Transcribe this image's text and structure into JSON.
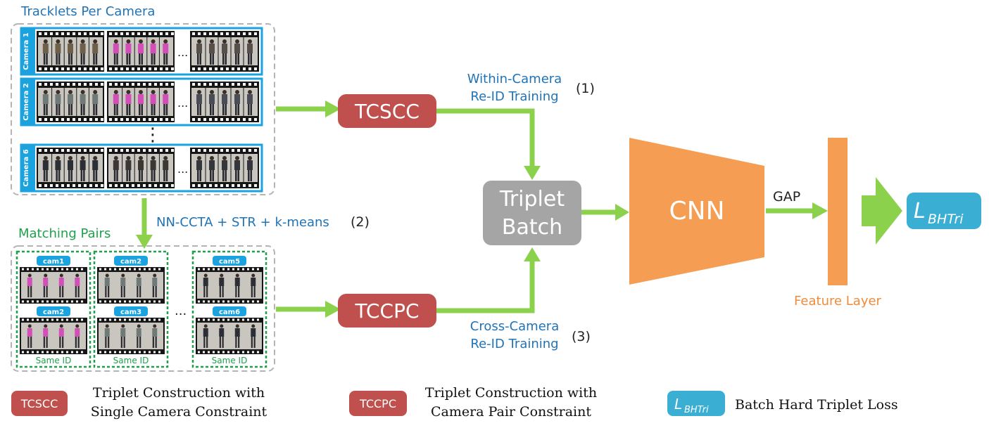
{
  "tracklets": {
    "title": "Tracklets Per Camera",
    "cameras": [
      {
        "label": "Camera 1",
        "palette": [
          "#6d5f4a",
          "#d24fb8",
          "#57504a"
        ]
      },
      {
        "label": "Camera 2",
        "palette": [
          "#6f7a78",
          "#d24fb8",
          "#4a4d55"
        ]
      },
      {
        "label": "Camera 6",
        "palette": [
          "#2c2e36",
          "#3a3830",
          "#34363c"
        ]
      }
    ],
    "ellipsis_h": "...",
    "ellipsis_v": "⋮"
  },
  "matching": {
    "title": "Matching Pairs",
    "pairs": [
      {
        "top": "cam1",
        "bottom": "cam2",
        "id_label": "Same ID",
        "top_color": "#d24fb8",
        "bottom_color": "#d24fb8"
      },
      {
        "top": "cam2",
        "bottom": "cam3",
        "id_label": "Same ID",
        "top_color": "#6f7a78",
        "bottom_color": "#6f7a78"
      },
      {
        "top": "cam5",
        "bottom": "cam6",
        "id_label": "Same ID",
        "top_color": "#2c2e36",
        "bottom_color": "#2c2e36"
      }
    ],
    "ellipsis": "..."
  },
  "method": {
    "label": "NN-CCTA + STR + k-means",
    "step": "(2)"
  },
  "tcscc": {
    "label": "TCSCC",
    "caption_line1": "Within-Camera",
    "caption_line2": "Re-ID Training",
    "step": "(1)"
  },
  "tccpc": {
    "label": "TCCPC",
    "caption_line1": "Cross-Camera",
    "caption_line2": "Re-ID Training",
    "step": "(3)"
  },
  "triplet": {
    "line1": "Triplet",
    "line2": "Batch"
  },
  "cnn": {
    "label": "CNN"
  },
  "gap": {
    "label": "GAP"
  },
  "feature_layer": {
    "label": "Feature Layer"
  },
  "loss": {
    "symbol": "L",
    "subscript": "BHTri"
  },
  "legend": {
    "tcscc_tag": "TCSCC",
    "tcscc_line1": "Triplet Construction with",
    "tcscc_line2": "Single Camera Constraint",
    "tccpc_tag": "TCCPC",
    "tccpc_line1": "Triplet Construction with",
    "tccpc_line2": "Camera Pair Constraint",
    "loss_symbol": "L",
    "loss_subscript": "BHTri",
    "loss_text": "Batch Hard Triplet Loss"
  },
  "colors": {
    "blue": "#1aa3df",
    "teal": "#3aaed3",
    "red": "#c0504d",
    "gray": "#a5a5a5",
    "orange": "#f59d52",
    "arrow_green": "#8bd14c",
    "dash_gray": "#b4b4b4",
    "dash_green": "#1ea14a"
  }
}
